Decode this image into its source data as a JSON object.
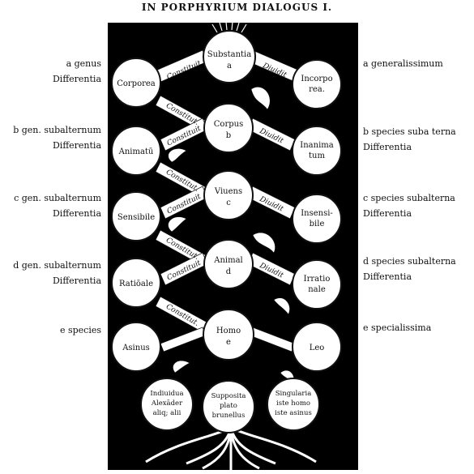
{
  "title": "IN PORPHYRIUM DIALOGUS I.",
  "left_labels": [
    {
      "id": "a",
      "top": "a genus",
      "bottom": "Differentia"
    },
    {
      "id": "b",
      "top": "b gen. subalternum",
      "bottom": "Differentia"
    },
    {
      "id": "c",
      "top": "c gen. subalternum",
      "bottom": "Differentia"
    },
    {
      "id": "d",
      "top": "d gen. subalternum",
      "bottom": "Differentia"
    },
    {
      "id": "e",
      "top": "e species",
      "bottom": ""
    }
  ],
  "right_labels": [
    {
      "id": "a",
      "top": "a generalissimum",
      "bottom": ""
    },
    {
      "id": "b",
      "top": "b species suba terna",
      "bottom": "Differentia"
    },
    {
      "id": "c",
      "top": "c species subalterna",
      "bottom": "Differentia"
    },
    {
      "id": "d",
      "top": "d species subalterna",
      "bottom": "Differentia"
    },
    {
      "id": "e",
      "top": "e specialissima",
      "bottom": ""
    }
  ],
  "circles": {
    "substantia": [
      "Substantia",
      "a"
    ],
    "corporea": [
      "Corporea"
    ],
    "incorporea": [
      "Incorpo",
      "rea."
    ],
    "corpus": [
      "Corpus",
      "b"
    ],
    "animatu": [
      "Animatū"
    ],
    "inanimatum": [
      "Inanima",
      "tum"
    ],
    "vivens": [
      "Viuens",
      "c"
    ],
    "sensibile": [
      "Sensibile"
    ],
    "insensibile": [
      "Insensi-",
      "bile"
    ],
    "animal": [
      "Animal",
      "d"
    ],
    "rationale": [
      "Ratiōale"
    ],
    "irrationale": [
      "Irratio",
      "nale"
    ],
    "homo": [
      "Homo",
      "e"
    ],
    "asinus": [
      "Asinus"
    ],
    "leo": [
      "Leo"
    ],
    "individua": [
      "Indiuidua",
      "Alexāder",
      "aliq; alii"
    ],
    "suppositum": [
      "Supposita",
      "plato",
      "brunellus"
    ],
    "singularia": [
      "Singularia",
      "iste homo",
      "iste asinus"
    ]
  },
  "bands": {
    "constituit": "Constituit",
    "dividit": "Diuidit",
    "constitut": "Constitut.",
    "dividit_short": "Diuidit"
  }
}
